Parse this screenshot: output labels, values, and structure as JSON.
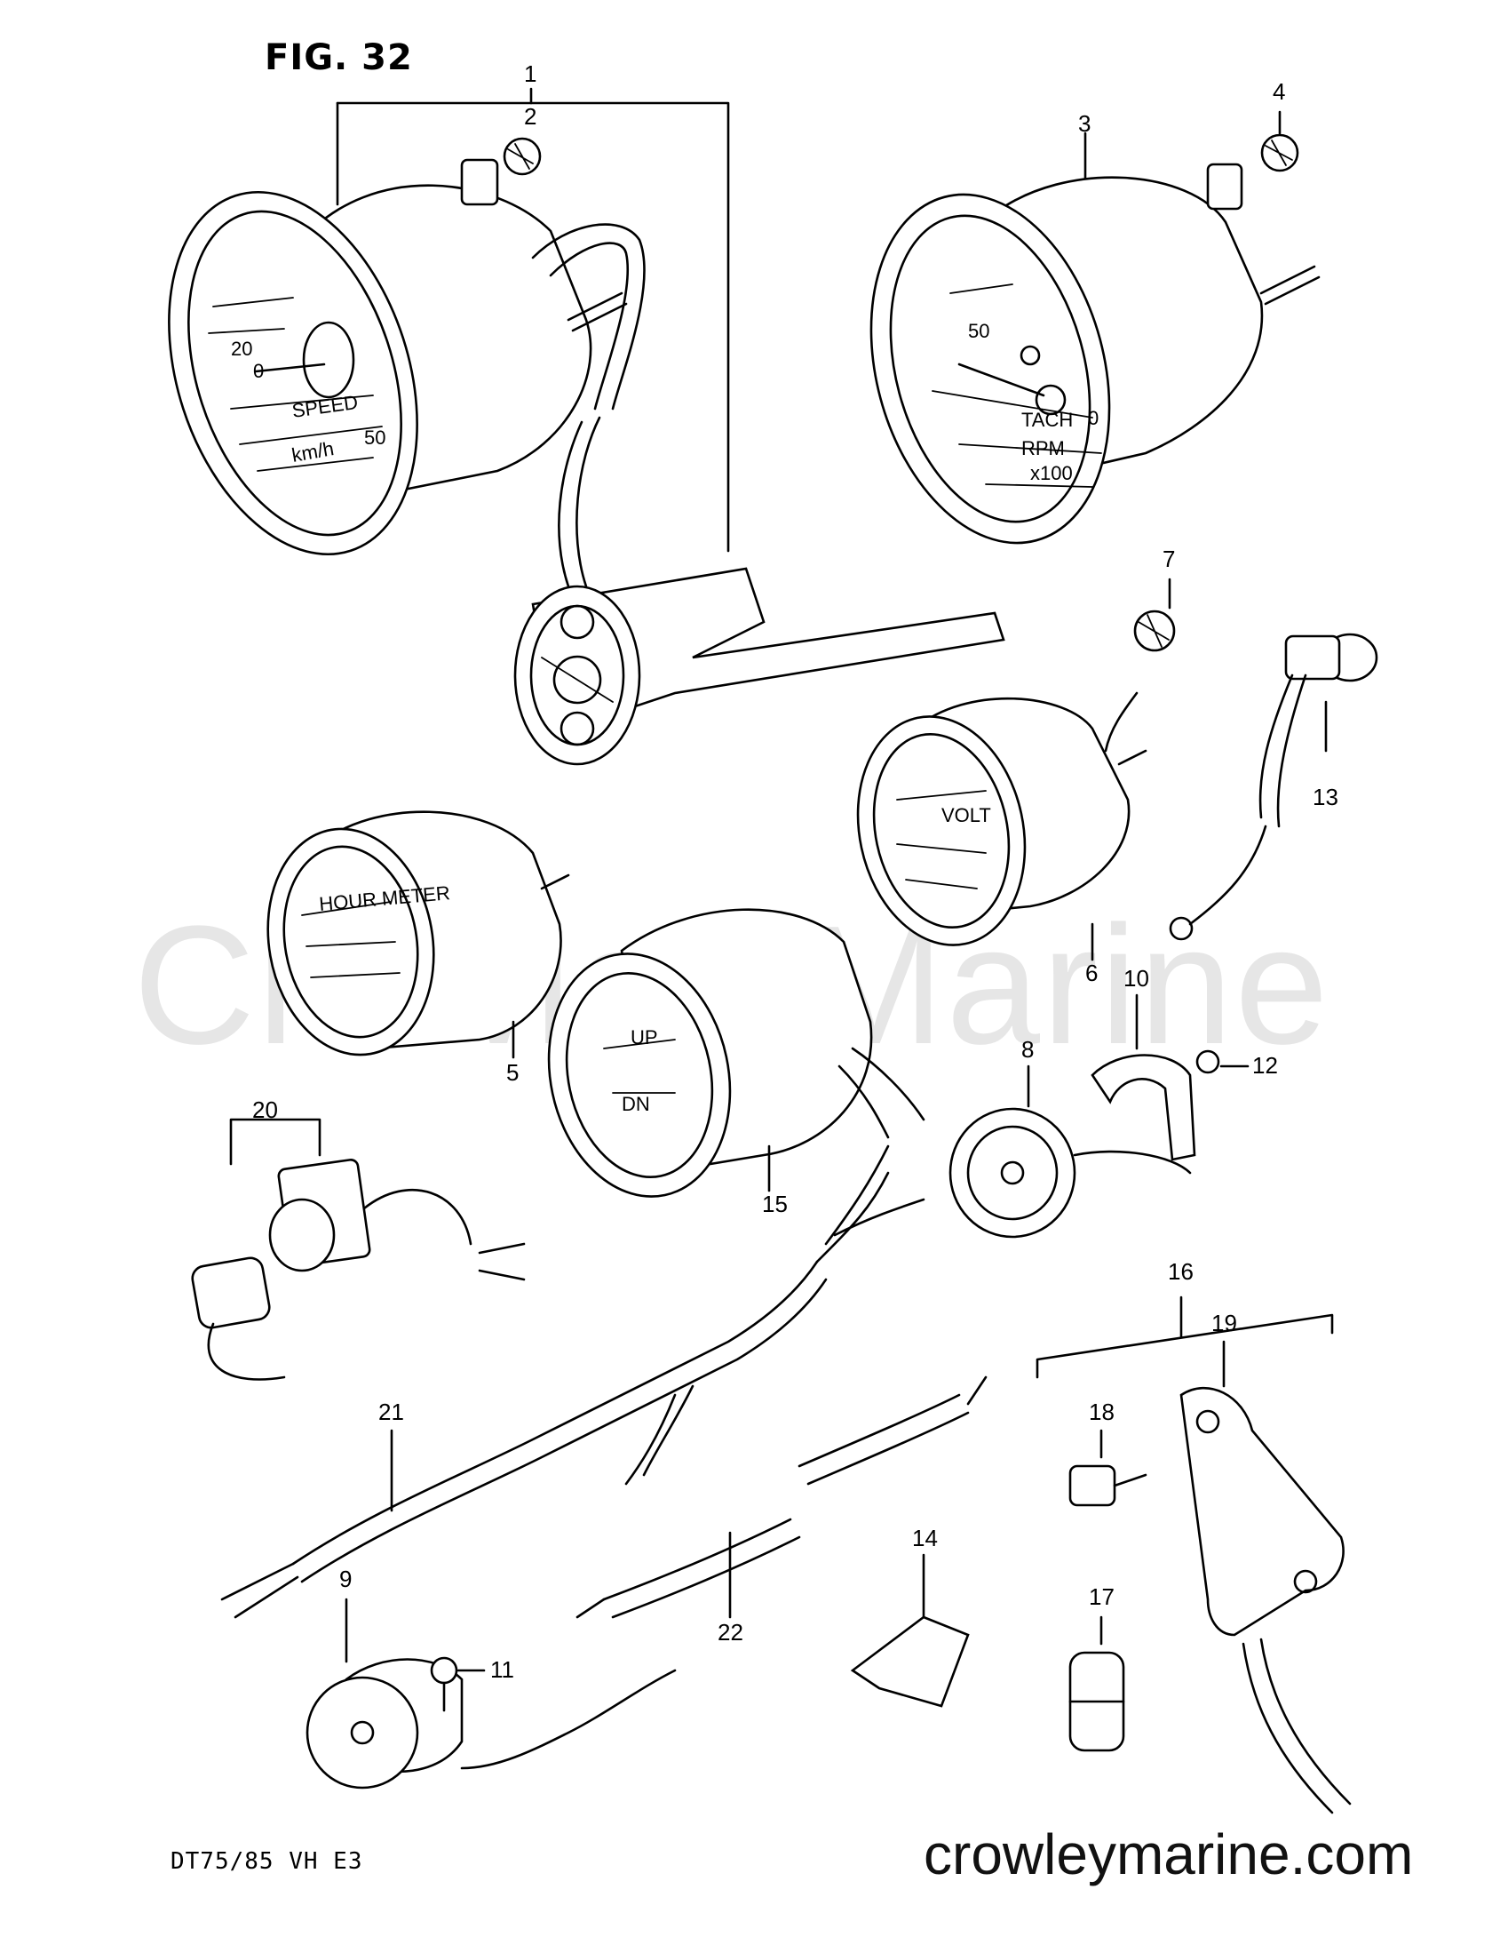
{
  "figure": {
    "title": "FIG. 32",
    "model": "DT75/85 VH E3",
    "watermark": "Crowley Marine",
    "site": "crowleymarine.com"
  },
  "dial_text": {
    "speedometer": [
      "SPEED",
      "km/h",
      "20",
      "50",
      "0"
    ],
    "tachometer": [
      "TACH",
      "RPM",
      "x100",
      "50",
      "0"
    ],
    "voltmeter": [
      "VOLT"
    ],
    "trim_gauge": [
      "UP",
      "DN"
    ],
    "hour_meter": [
      "HOUR METER"
    ]
  },
  "callouts": [
    "1",
    "2",
    "3",
    "4",
    "5",
    "6",
    "7",
    "8",
    "9",
    "10",
    "11",
    "12",
    "13",
    "14",
    "15",
    "16",
    "17",
    "18",
    "19",
    "20",
    "21",
    "22"
  ],
  "colors": {
    "ink": "#000000",
    "paper": "#ffffff",
    "watermark": "#e6e6e6"
  }
}
